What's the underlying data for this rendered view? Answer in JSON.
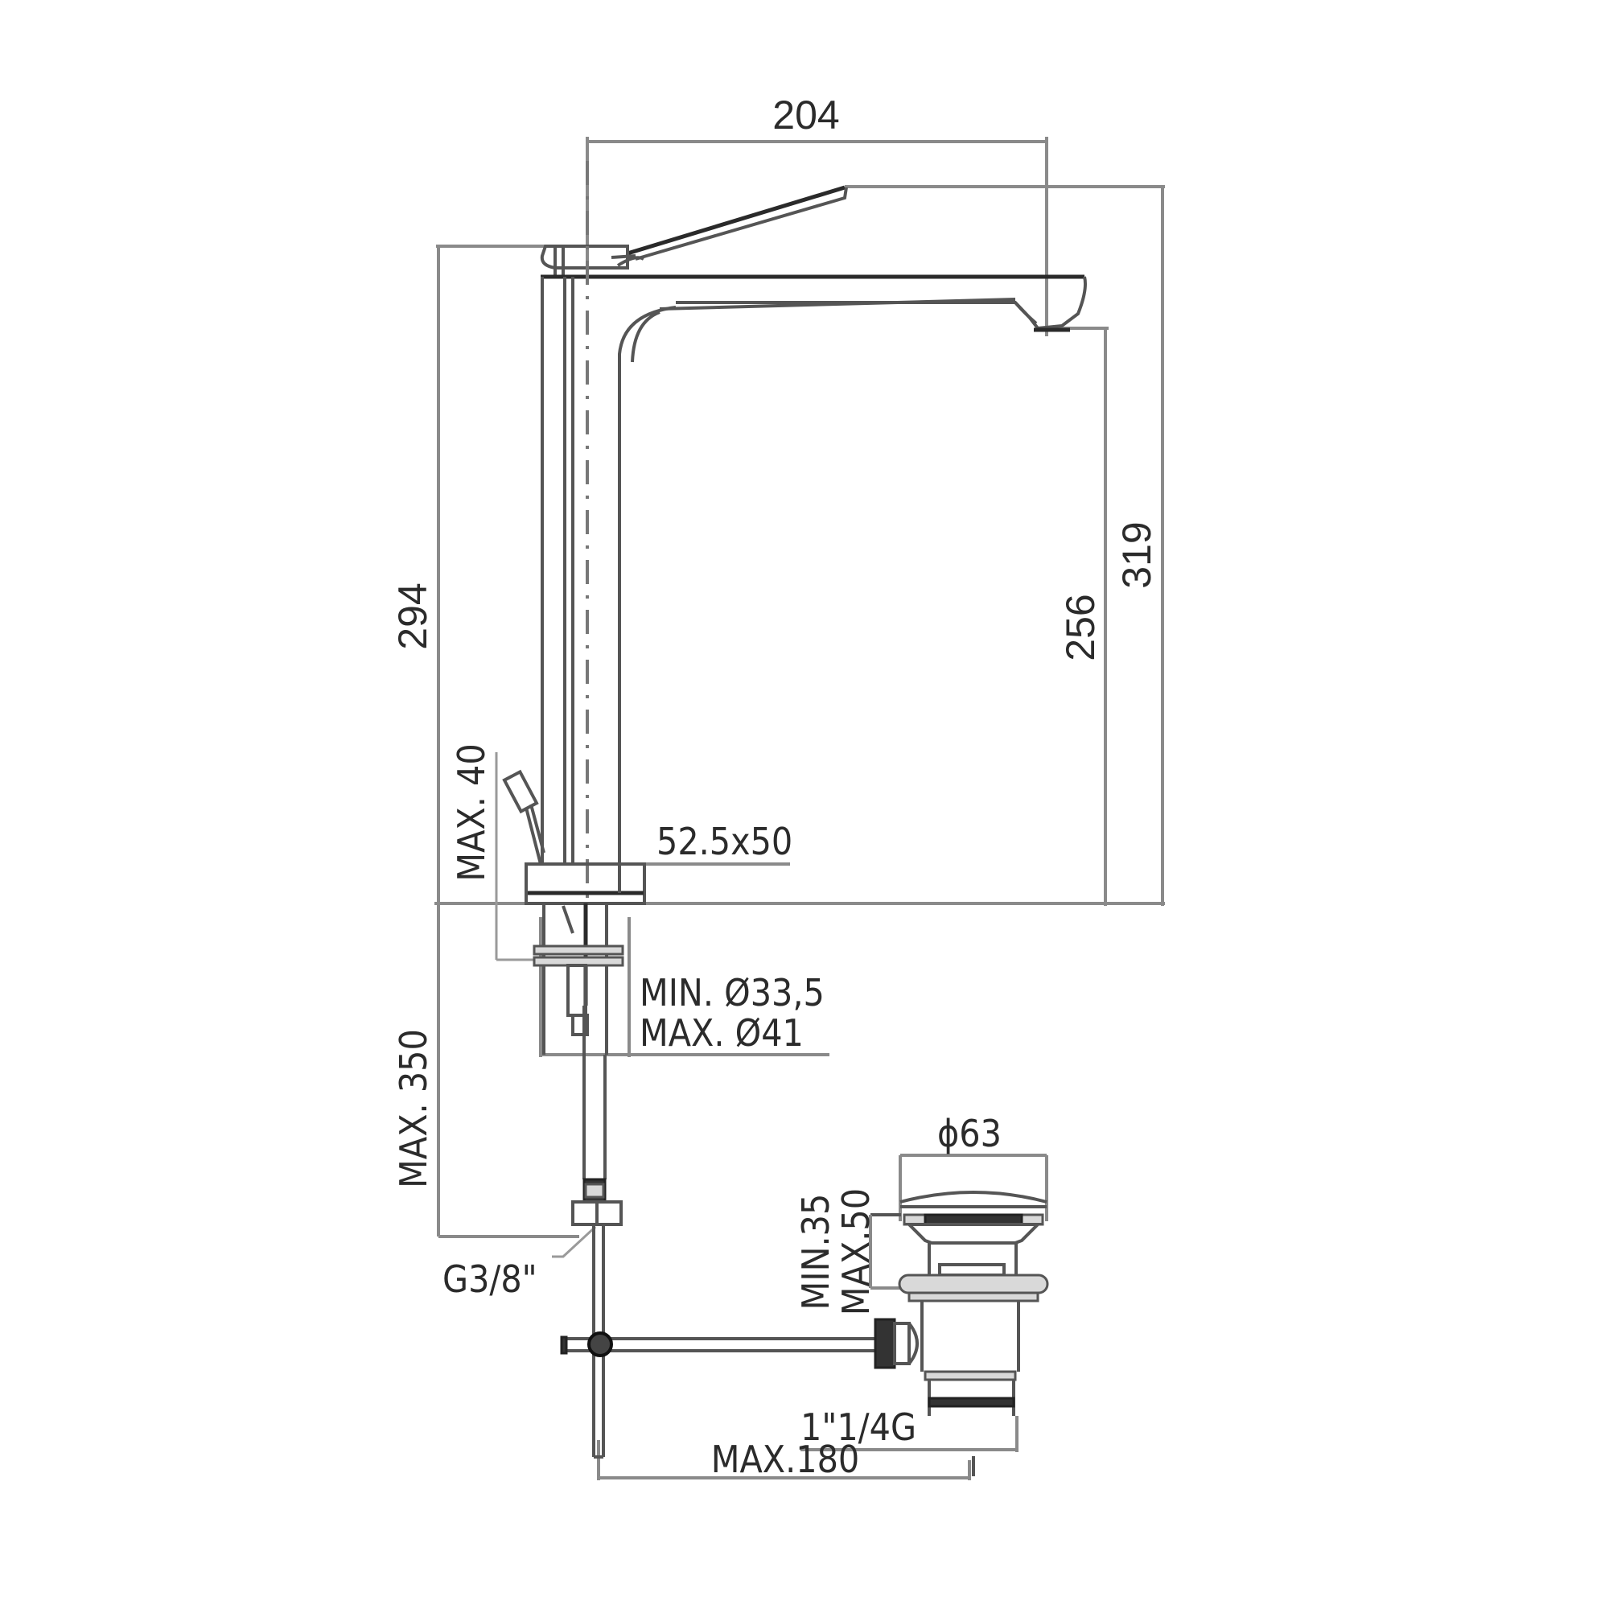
{
  "drawing": {
    "title": "Single-lever basin mixer with pop-up waste - technical dimensions",
    "units": "mm",
    "colors": {
      "line": "#555555",
      "dimension": "#8a8a8a",
      "text": "#2b2b2b",
      "background": "#ffffff"
    }
  },
  "dimensions": {
    "spout_reach": "204",
    "total_height": "319",
    "spout_height": "256",
    "body_height": "294",
    "max_deck_thickness": "MAX. 40",
    "base_size": "52.5x50",
    "hole_min": "MIN. Ø33,5",
    "hole_max": "MAX. Ø41",
    "hose_length": "MAX. 350",
    "hose_thread": "G3/8\"",
    "waste_cap_diameter": "ϕ63",
    "waste_min_thickness": "MIN.35",
    "waste_max_thickness": "MAX.50",
    "waste_thread": "1\"1/4G",
    "rod_reach": "MAX.180"
  }
}
